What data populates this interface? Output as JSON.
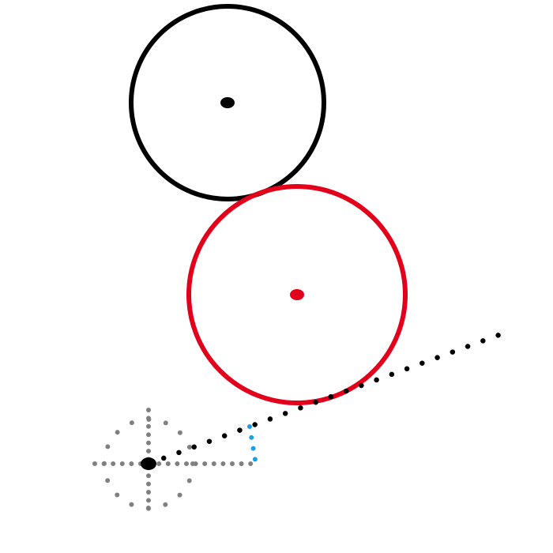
{
  "colors": {
    "black_circle": "#000000",
    "red_circle": "#e3001b",
    "guide": "#808080",
    "projection": "#1a9fe6",
    "ray": "#000000"
  },
  "elements": [
    "black-circle",
    "red-circle",
    "origin-crosshair",
    "dotted-ray",
    "projection-segment"
  ]
}
